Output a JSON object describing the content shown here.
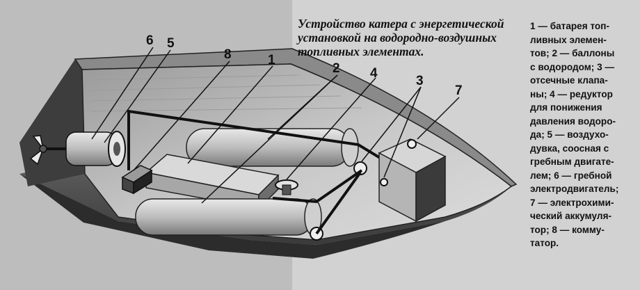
{
  "caption": {
    "lines": [
      "Устройство катера с энергетической",
      "установкой на водородно-воздушных",
      "топливных элементах."
    ]
  },
  "legend": {
    "lines": [
      "1 — батарея топ-",
      "ливных элемен-",
      "тов; 2 — баллоны",
      "с водородом; 3 —",
      "отсечные клапа-",
      "ны; 4 — редуктор",
      "для понижения",
      "давления водоро-",
      "да; 5 — воздухо-",
      "дувка, соосная с",
      "гребным двигате-",
      "лем; 6 — гребной",
      "электродвигатель;",
      "7 — электрохими-",
      "ческий аккумуля-",
      "тор; 8 — комму-",
      "татор."
    ]
  },
  "callouts": {
    "n1": "1",
    "n2": "2",
    "n3": "3",
    "n4": "4",
    "n5": "5",
    "n6": "6",
    "n7": "7",
    "n8": "8"
  }
}
